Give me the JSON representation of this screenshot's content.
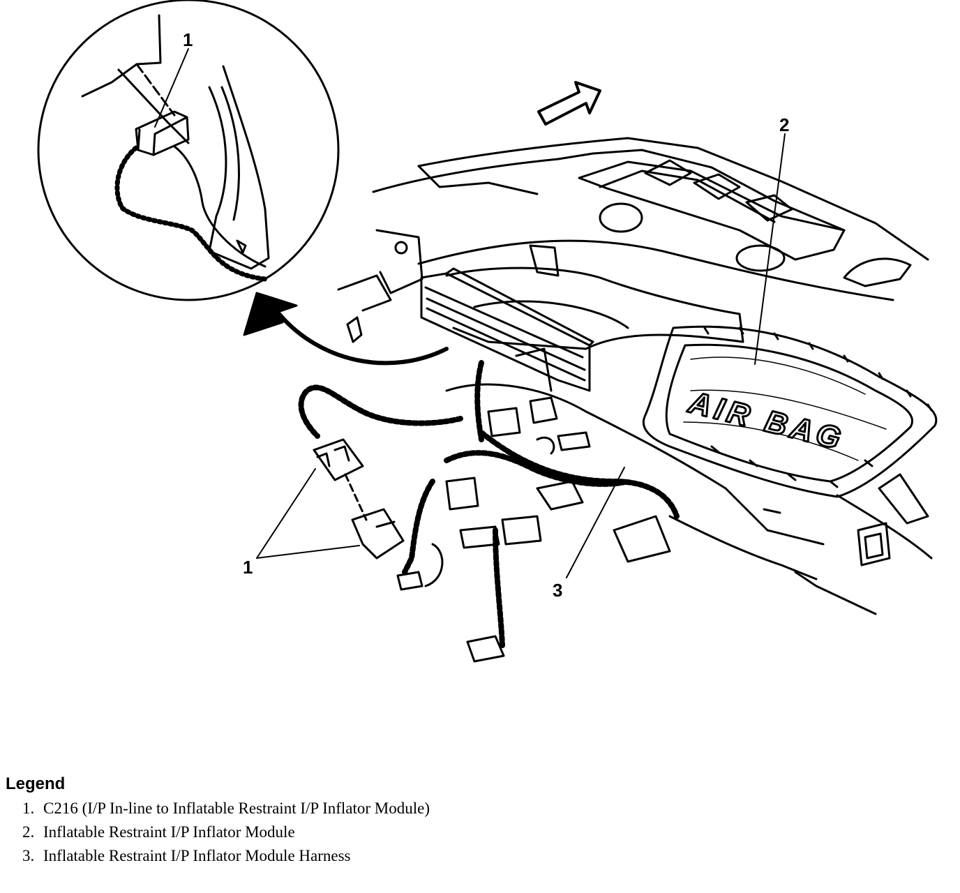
{
  "diagram": {
    "callouts": {
      "inset_1": "1",
      "module_2": "2",
      "harness_3": "3",
      "connector_1": "1"
    },
    "airbag_label": "AIR BAG"
  },
  "legend": {
    "title": "Legend",
    "items": [
      {
        "num": "1.",
        "text": "C216 (I/P In-line to Inflatable Restraint I/P Inflator Module)"
      },
      {
        "num": "2.",
        "text": "Inflatable Restraint I/P Inflator Module"
      },
      {
        "num": "3.",
        "text": "Inflatable Restraint I/P Inflator Module Harness"
      }
    ]
  }
}
